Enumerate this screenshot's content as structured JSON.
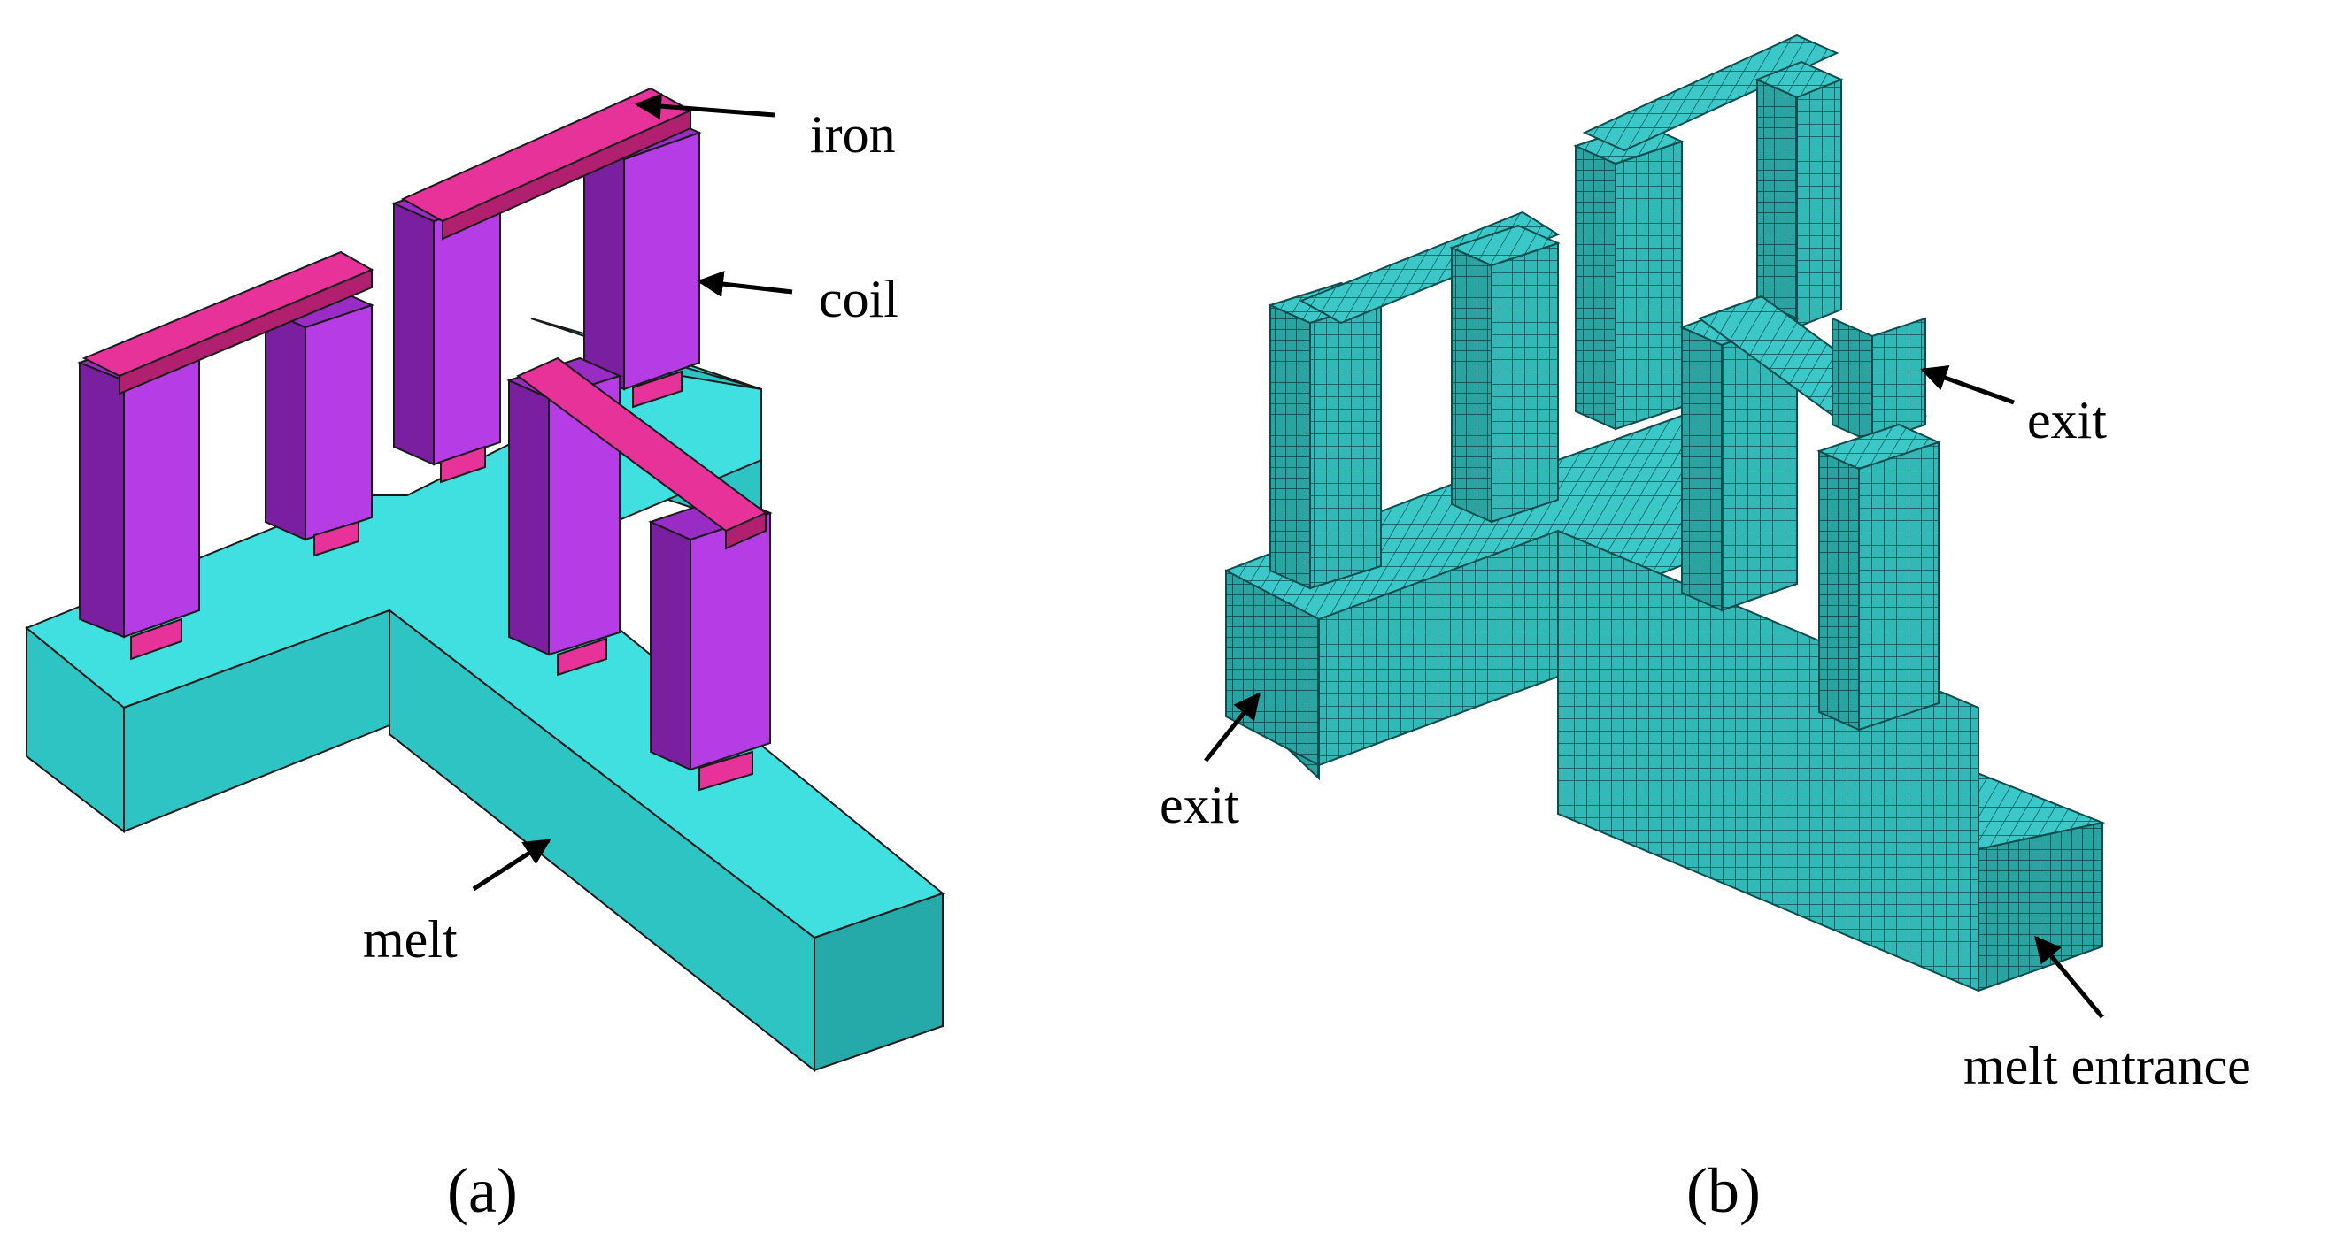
{
  "panel_a": {
    "caption": "(a)",
    "labels": {
      "iron": "iron",
      "coil": "coil",
      "melt": "melt"
    }
  },
  "panel_b": {
    "caption": "(b)",
    "labels": {
      "exit_right": "exit",
      "exit_left": "exit",
      "melt_entrance": "melt entrance"
    }
  },
  "colors": {
    "melt_top": "#40E0E0",
    "melt_front": "#2FC4C4",
    "melt_side": "#26A9A9",
    "coil_light": "#B63DE6",
    "coil_mid": "#9A2CC6",
    "coil_dark": "#7A1FA0",
    "iron_top": "#E63299",
    "iron_side": "#B0206E",
    "mesh_fill": "#33B8B8",
    "mesh_line": "#0E4D4D",
    "edge": "#1a1a1a"
  }
}
